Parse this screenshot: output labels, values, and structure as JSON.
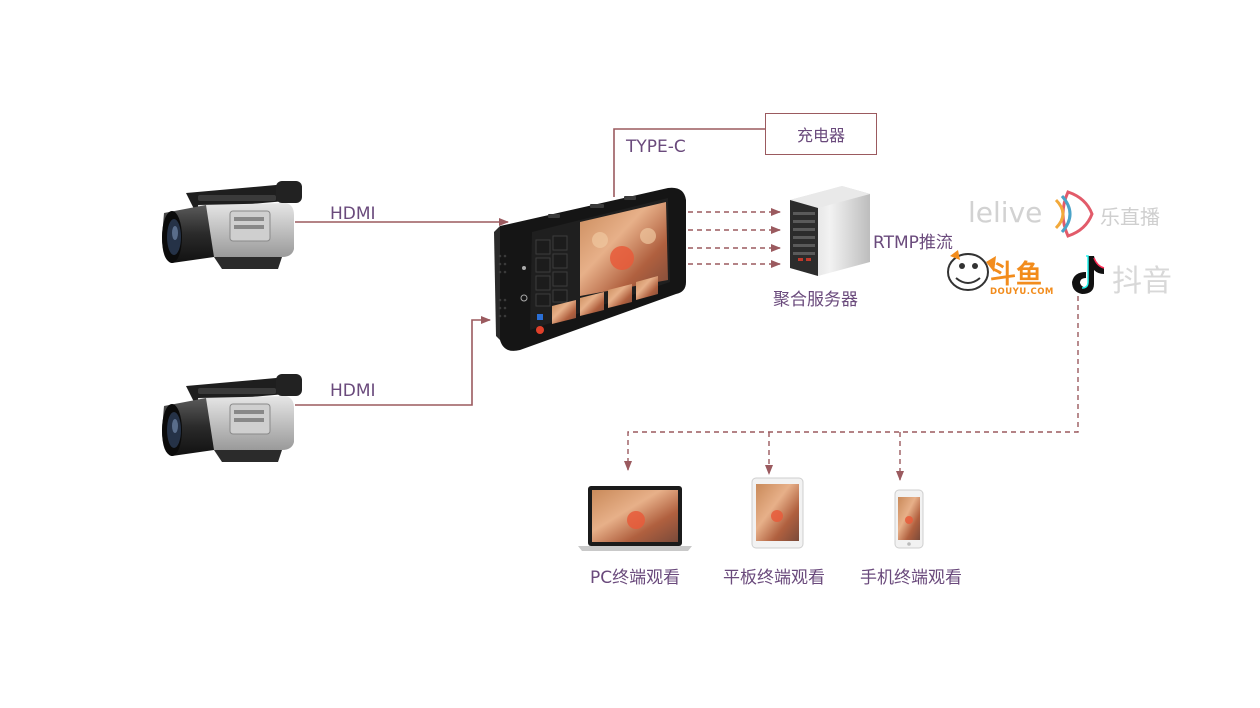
{
  "labels": {
    "hdmi_1": "HDMI",
    "hdmi_2": "HDMI",
    "typec": "TYPE-C",
    "charger": "充电器",
    "server": "聚合服务器",
    "rtmp": "RTMP推流",
    "pc": "PC终端观看",
    "tablet": "平板终端观看",
    "phone": "手机终端观看"
  },
  "platforms": {
    "lelive_word": "lelive",
    "lelive_cn": "乐直播",
    "douyu_cn": "斗鱼",
    "douyu_en": "DOUYU.COM",
    "douyin_cn": "抖音"
  },
  "colors": {
    "connector": "#9b5a5f",
    "label": "#6a4a7c",
    "douyu": "#f28c1c",
    "lelive": "#d2d2d2"
  }
}
